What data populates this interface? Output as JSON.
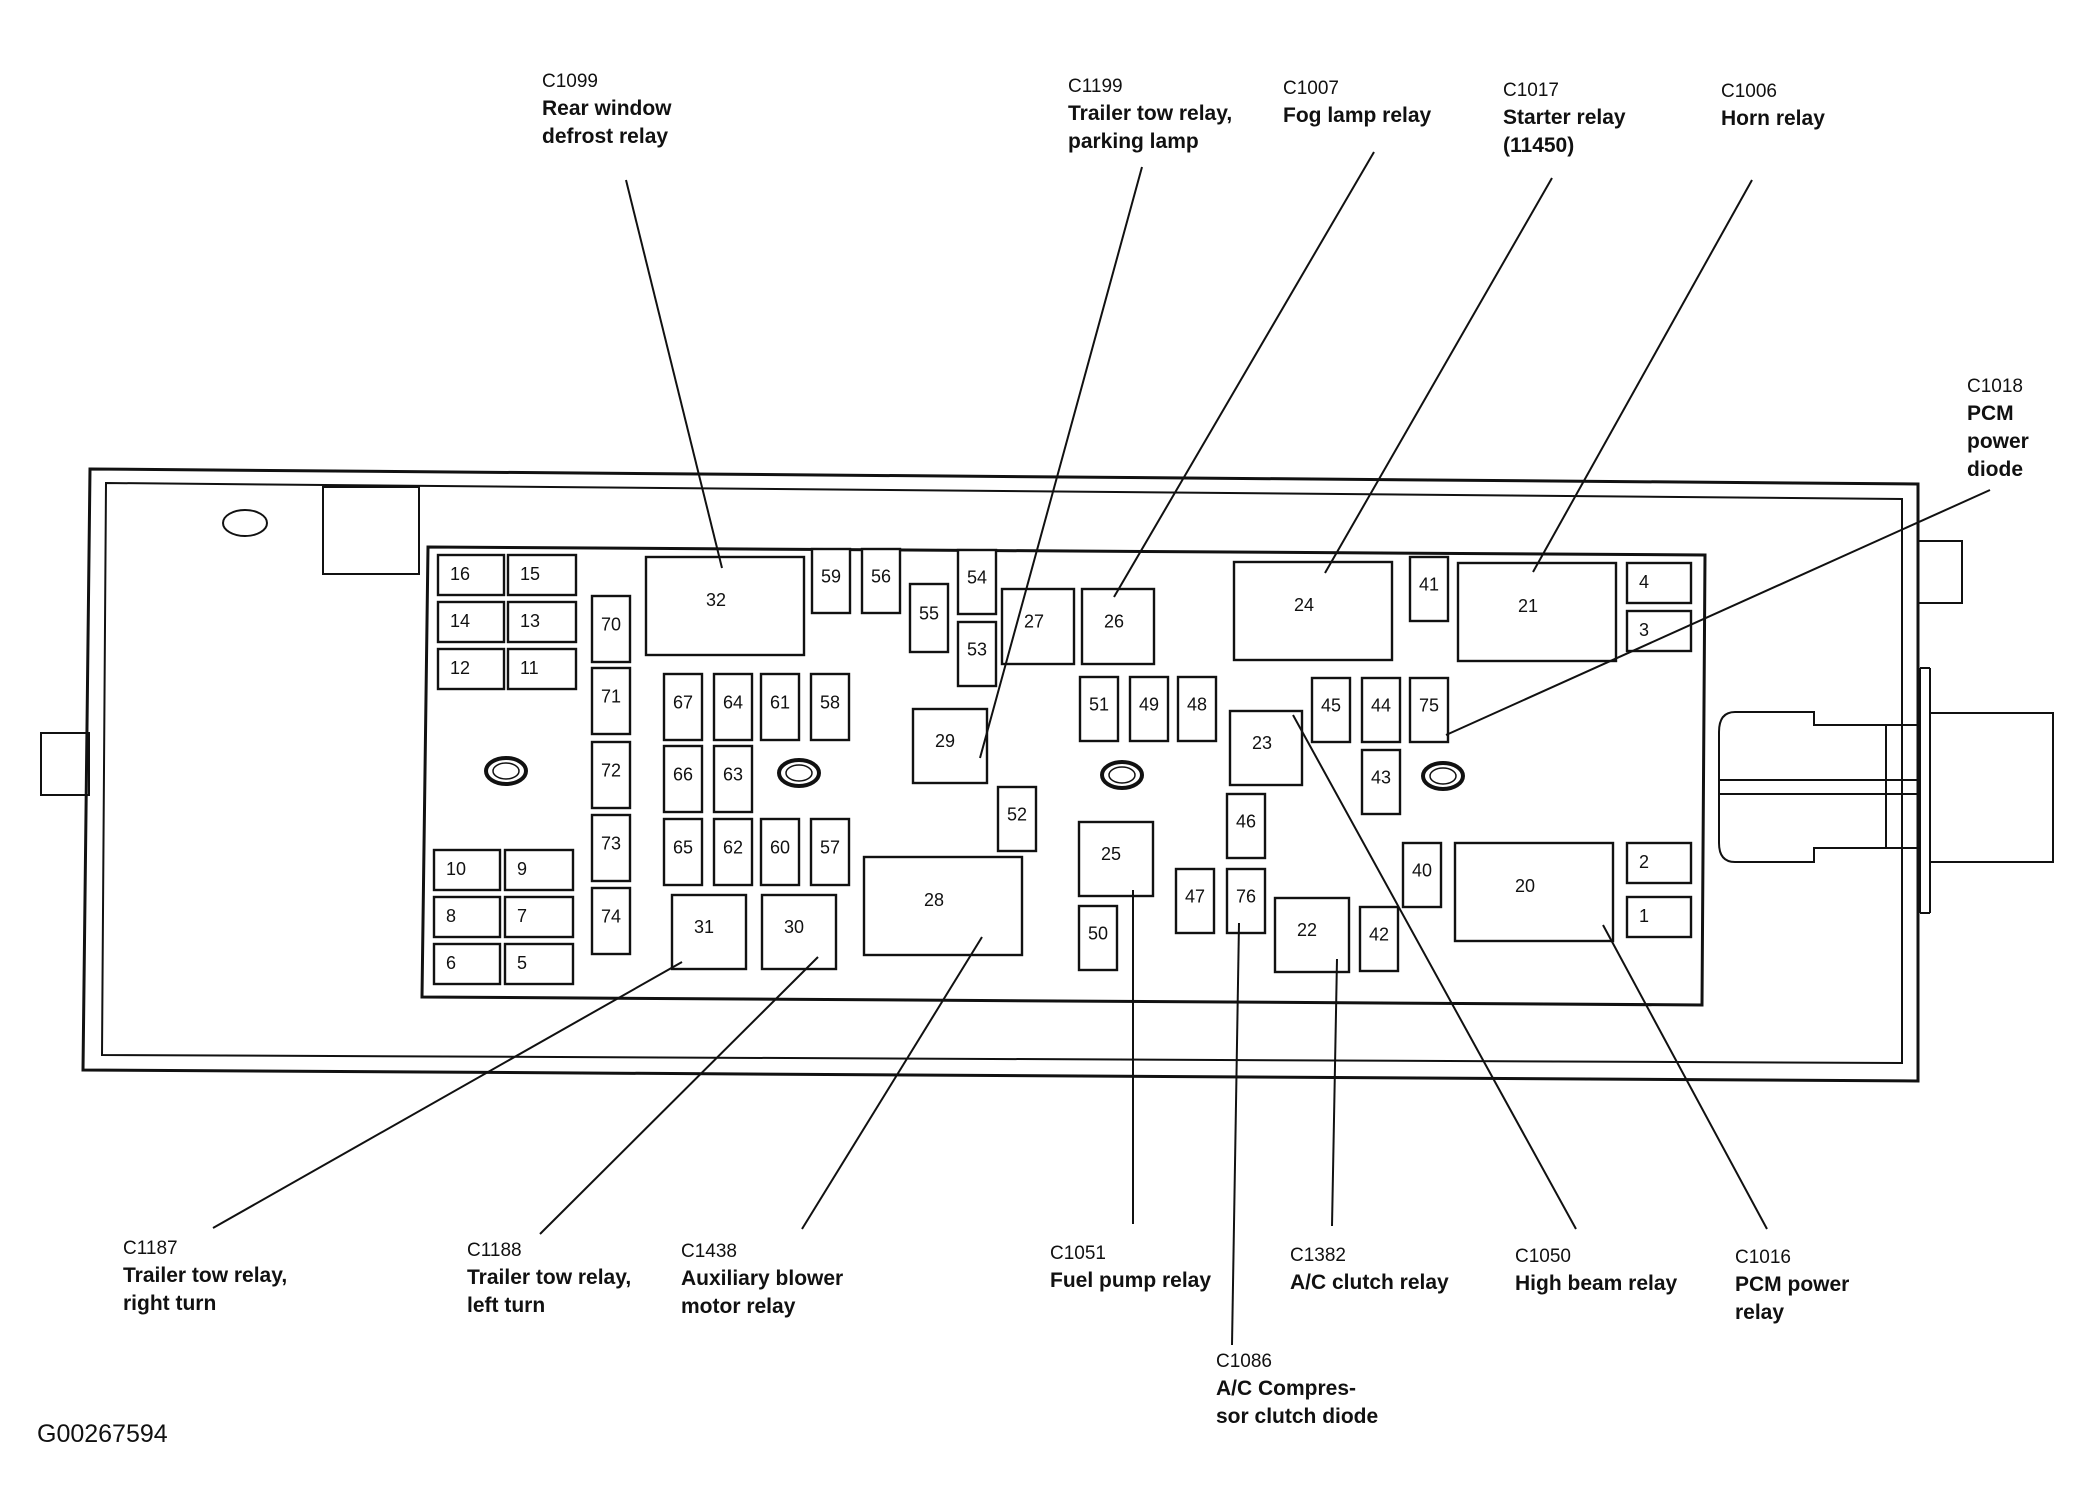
{
  "diagram_ref": "G00267594",
  "fuses": [
    {
      "label": "16"
    },
    {
      "label": "15"
    },
    {
      "label": "14"
    },
    {
      "label": "13"
    },
    {
      "label": "12"
    },
    {
      "label": "11"
    },
    {
      "label": "10"
    },
    {
      "label": "9"
    },
    {
      "label": "8"
    },
    {
      "label": "7"
    },
    {
      "label": "6"
    },
    {
      "label": "5"
    },
    {
      "label": "70"
    },
    {
      "label": "71"
    },
    {
      "label": "72"
    },
    {
      "label": "73"
    },
    {
      "label": "74"
    },
    {
      "label": "32"
    },
    {
      "label": "59"
    },
    {
      "label": "56"
    },
    {
      "label": "55"
    },
    {
      "label": "54"
    },
    {
      "label": "53"
    },
    {
      "label": "27"
    },
    {
      "label": "26"
    },
    {
      "label": "67"
    },
    {
      "label": "64"
    },
    {
      "label": "61"
    },
    {
      "label": "58"
    },
    {
      "label": "66"
    },
    {
      "label": "63"
    },
    {
      "label": "65"
    },
    {
      "label": "62"
    },
    {
      "label": "60"
    },
    {
      "label": "57"
    },
    {
      "label": "31"
    },
    {
      "label": "30"
    },
    {
      "label": "28"
    },
    {
      "label": "29"
    },
    {
      "label": "52"
    },
    {
      "label": "51"
    },
    {
      "label": "49"
    },
    {
      "label": "48"
    },
    {
      "label": "25"
    },
    {
      "label": "50"
    },
    {
      "label": "47"
    },
    {
      "label": "46"
    },
    {
      "label": "76"
    },
    {
      "label": "23"
    },
    {
      "label": "22"
    },
    {
      "label": "42"
    },
    {
      "label": "24"
    },
    {
      "label": "41"
    },
    {
      "label": "45"
    },
    {
      "label": "44"
    },
    {
      "label": "75"
    },
    {
      "label": "43"
    },
    {
      "label": "40"
    },
    {
      "label": "21"
    },
    {
      "label": "4"
    },
    {
      "label": "3"
    },
    {
      "label": "20"
    },
    {
      "label": "2"
    },
    {
      "label": "1"
    }
  ],
  "callouts": [
    {
      "code": "C1099",
      "lines": [
        "Rear window",
        "defrost relay"
      ]
    },
    {
      "code": "C1199",
      "lines": [
        "Trailer tow relay,",
        "parking lamp"
      ]
    },
    {
      "code": "C1007",
      "lines": [
        "Fog lamp relay"
      ]
    },
    {
      "code": "C1017",
      "lines": [
        "Starter relay",
        "(11450)"
      ]
    },
    {
      "code": "C1006",
      "lines": [
        "Horn relay"
      ]
    },
    {
      "code": "C1018",
      "lines": [
        "PCM",
        "power",
        "diode"
      ]
    },
    {
      "code": "C1187",
      "lines": [
        "Trailer tow relay,",
        "right turn"
      ]
    },
    {
      "code": "C1188",
      "lines": [
        "Trailer tow relay,",
        "left turn"
      ]
    },
    {
      "code": "C1438",
      "lines": [
        "Auxiliary blower",
        "motor relay"
      ]
    },
    {
      "code": "C1051",
      "lines": [
        "Fuel pump relay"
      ]
    },
    {
      "code": "C1086",
      "lines": [
        "A/C Compres-",
        "sor clutch diode"
      ]
    },
    {
      "code": "C1382",
      "lines": [
        "A/C clutch relay"
      ]
    },
    {
      "code": "C1050",
      "lines": [
        "High beam relay"
      ]
    },
    {
      "code": "C1016",
      "lines": [
        "PCM power",
        "relay"
      ]
    }
  ]
}
